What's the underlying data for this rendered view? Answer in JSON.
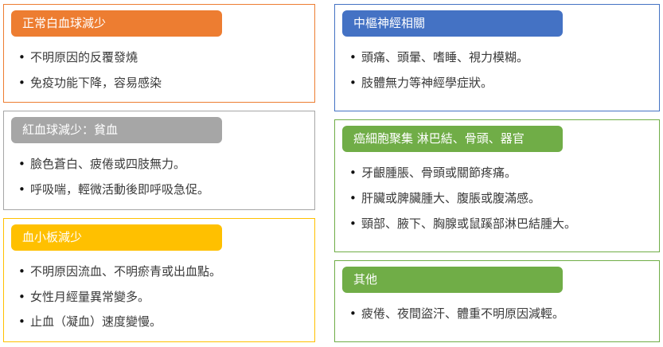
{
  "page": {
    "background": "#ffffff",
    "text_color": "#3a3a3a"
  },
  "columns": [
    {
      "name": "left",
      "cards": [
        {
          "accent": "#ED7D31",
          "title": "正常白血球減少",
          "bullets": [
            "不明原因的反覆發燒",
            "免疫功能下降，容易感染"
          ]
        },
        {
          "accent": "#A6A6A6",
          "title": "紅血球減少：貧血",
          "bullets": [
            "臉色蒼白、疲倦或四肢無力。",
            "呼吸喘，輕微活動後即呼吸急促。"
          ]
        },
        {
          "accent": "#FFC000",
          "title": "血小板減少",
          "bullets": [
            "不明原因流血、不明瘀青或出血點。",
            "女性月經量異常變多。",
            "止血（凝血）速度變慢。"
          ]
        }
      ]
    },
    {
      "name": "right",
      "cards": [
        {
          "accent": "#4472C4",
          "title": "中樞神經相關",
          "bullets": [
            "頭痛、頭暈、嗜睡、視力模糊。",
            "肢體無力等神經學症狀。"
          ]
        },
        {
          "accent": "#70AD47",
          "title": "癌細胞聚集 淋巴結、骨頭、器官",
          "bullets": [
            "牙齦腫脹、骨頭或關節疼痛。",
            "肝臟或脾臟腫大、腹脹或腹滿感。",
            "頸部、腋下、胸腺或鼠蹊部淋巴結腫大。"
          ]
        },
        {
          "accent": "#70AD47",
          "title": "其他",
          "bullets": [
            "疲倦、夜間盜汗、體重不明原因減輕。"
          ]
        }
      ]
    }
  ]
}
